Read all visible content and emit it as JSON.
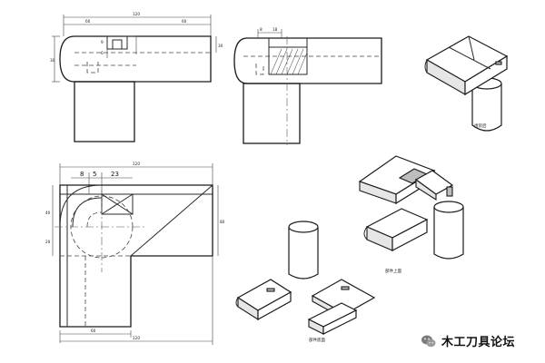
{
  "view1": {
    "dim_top_overall": "120",
    "dim_top_right": "60",
    "dim_top_left": "60",
    "dim_left_height": "30",
    "dim_right_height": "30",
    "dim_small_a": "9",
    "dim_small_b": "6"
  },
  "view2": {
    "dim_small_a": "8",
    "dim_small_b": "18"
  },
  "view3": {
    "dim_overall": "120",
    "dim_a": "8",
    "dim_b": "5",
    "dim_c": "23",
    "dim_right": "80",
    "dim_left_upper": "40",
    "dim_left_lower": "20",
    "dim_bottom_a": "60",
    "dim_bottom_b": "120"
  },
  "captions": {
    "assembled": "组装后",
    "part_top": "部件上面",
    "part_bottom": "部件底面"
  },
  "watermark": {
    "text": "木工刀具论坛",
    "icon": "wechat-logo-icon"
  }
}
